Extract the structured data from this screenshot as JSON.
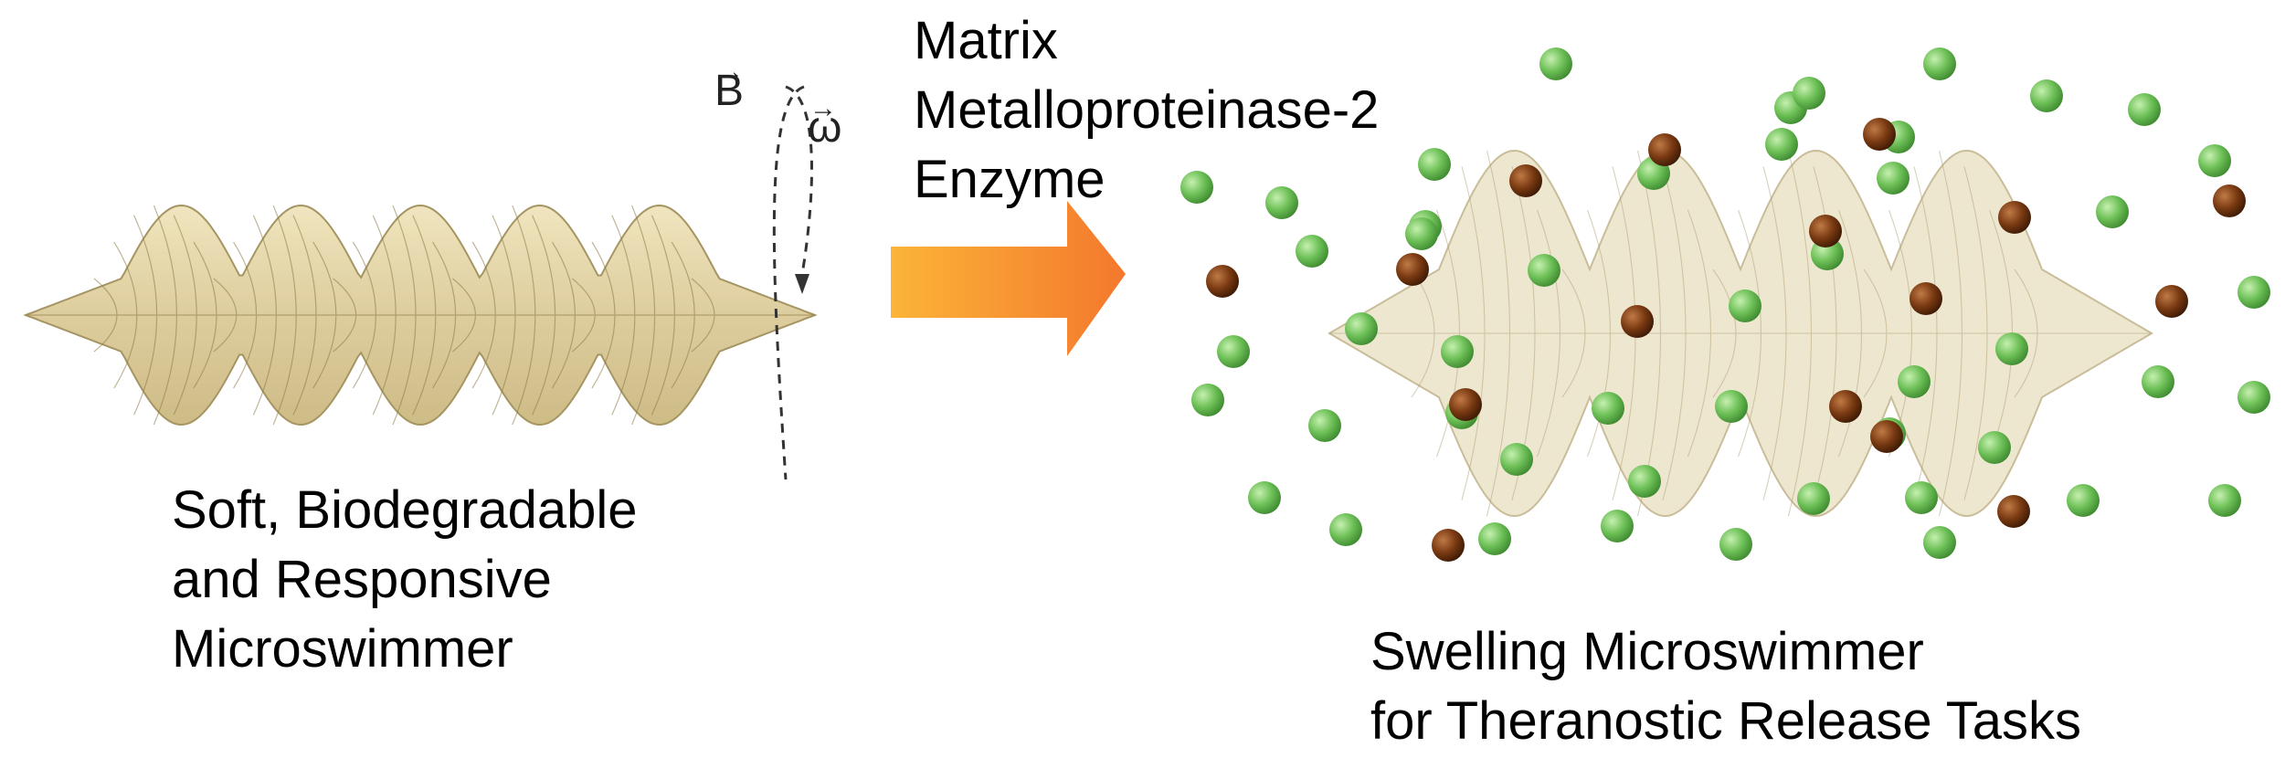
{
  "labels": {
    "left": [
      "Soft, Biodegradable",
      "and Responsive",
      "Microswimmer"
    ],
    "top": [
      "Matrix",
      "Metalloproteinase-2",
      "Enzyme"
    ],
    "right": [
      "Swelling Microswimmer",
      "for Theranostic Release Tasks"
    ]
  },
  "vectors": {
    "field": "B",
    "angular_velocity": "ω"
  },
  "colors": {
    "helix_fill": "#e8d9a6",
    "helix_edge": "#9c8a52",
    "arrow_start": "#fbb438",
    "arrow_end": "#f4782d",
    "green_particle": "#72c45d",
    "brown_particle": "#7a3a12"
  }
}
